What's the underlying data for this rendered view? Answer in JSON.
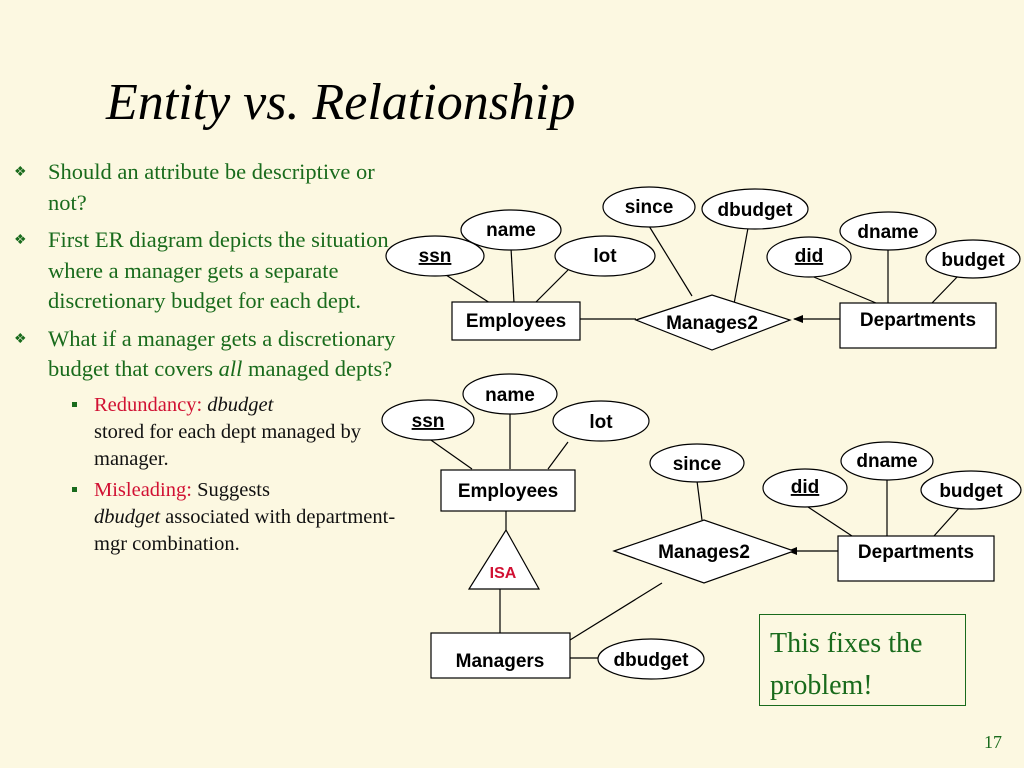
{
  "title": "Entity vs. Relationship",
  "bullets": [
    {
      "text": "Should an attribute be descriptive or not?"
    },
    {
      "text": "First ER diagram depicts the situation where a manager gets a separate discretionary budget for each dept."
    },
    {
      "text_before": "What if a manager gets a discretionary budget that covers ",
      "text_italic": "all",
      "text_after": " managed depts?"
    }
  ],
  "subbullets": [
    {
      "label": "Redundancy:",
      "italic": "dbudget",
      "rest": "stored for each dept managed by manager."
    },
    {
      "label": "Misleading:",
      "rest1": "Suggests",
      "italic": "dbudget",
      "rest2": "associated with department-mgr combination."
    }
  ],
  "diagram1": {
    "attributes": {
      "ssn": "ssn",
      "name": "name",
      "lot": "lot",
      "since": "since",
      "dbudget": "dbudget",
      "did": "did",
      "dname": "dname",
      "budget": "budget"
    },
    "entities": {
      "employees": "Employees",
      "departments": "Departments"
    },
    "relationship": "Manages2"
  },
  "diagram2": {
    "attributes": {
      "ssn": "ssn",
      "name": "name",
      "lot": "lot",
      "since": "since",
      "did": "did",
      "dname": "dname",
      "budget": "budget",
      "dbudget": "dbudget"
    },
    "entities": {
      "employees": "Employees",
      "departments": "Departments",
      "managers": "Managers"
    },
    "relationship": "Manages2",
    "isa": "ISA"
  },
  "callout": "This fixes the problem!",
  "page_number": "17",
  "colors": {
    "background": "#fcf8e1",
    "bullet_text": "#196b1c",
    "accent_red": "#d11133"
  }
}
